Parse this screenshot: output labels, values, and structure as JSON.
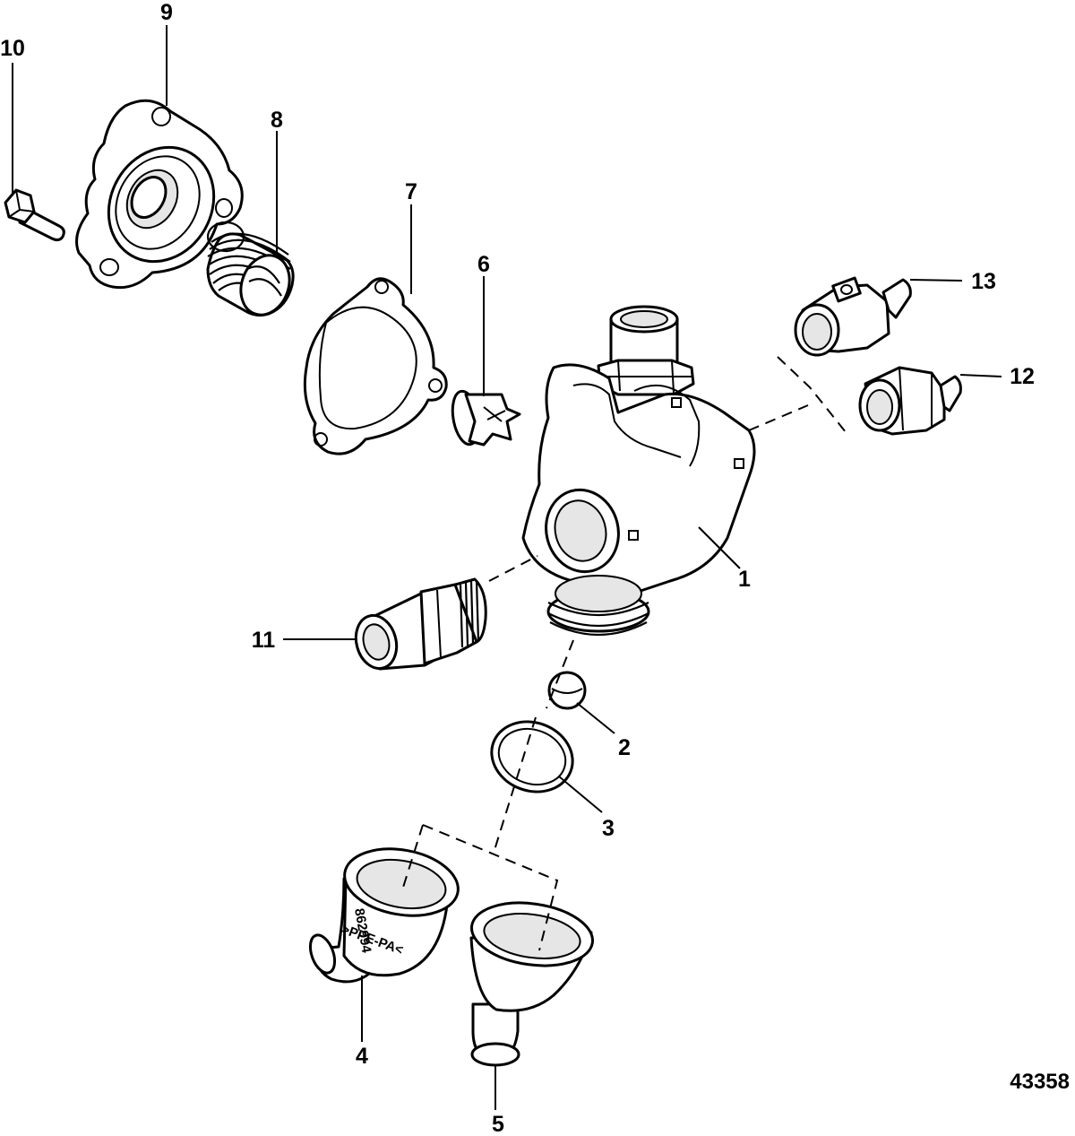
{
  "figure_number": "43358",
  "callouts": [
    {
      "id": "1",
      "label": "1"
    },
    {
      "id": "2",
      "label": "2"
    },
    {
      "id": "3",
      "label": "3"
    },
    {
      "id": "4",
      "label": "4"
    },
    {
      "id": "5",
      "label": "5"
    },
    {
      "id": "6",
      "label": "6"
    },
    {
      "id": "7",
      "label": "7"
    },
    {
      "id": "8",
      "label": "8"
    },
    {
      "id": "9",
      "label": "9"
    },
    {
      "id": "10",
      "label": "10"
    },
    {
      "id": "11",
      "label": "11"
    },
    {
      "id": "12",
      "label": "12"
    },
    {
      "id": "13",
      "label": "13"
    }
  ],
  "part_markings": {
    "elbow_code": "862994",
    "elbow_material": ">PPE-PA<"
  }
}
